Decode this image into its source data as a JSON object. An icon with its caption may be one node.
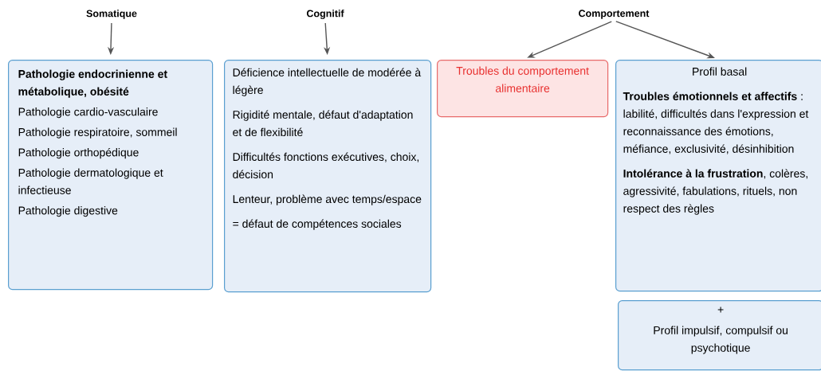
{
  "diagram": {
    "nodes": [
      {
        "text": [
          "Somatique"
        ]
      },
      {
        "text": [
          "Cognitif"
        ]
      },
      {
        "text": [
          "Comportement"
        ]
      },
      {
        "text": [
          "Pathologie endocrinienne et métabolique, obésité",
          "Pathologie cardio-vasculaire",
          "Pathologie respiratoire, sommeil",
          "Pathologie orthopédique",
          "Pathologie dermatologique et infectieuse",
          "Pathologie digestive"
        ]
      },
      {
        "text": [
          "Déficience intellectuelle de modérée à légère",
          "Rigidité mentale, défaut d'adaptation et de flexibilité",
          "Difficultés fonctions exécutives, choix, décision",
          "Lenteur, problème avec temps/espace",
          "= défaut de compétences sociales"
        ]
      },
      {
        "text": [
          "Troubles du comportement alimentaire"
        ]
      },
      {
        "text": [
          "Profil basal",
          "**Troubles émotionnels et affectifs** : labilité, difficultés dans l'expression et reconnaissance des émotions, méfiance, exclusivité, désinhibition",
          "**Intolérance à la frustration**, colères, agressivité, fabulations, rituels, non respect des règles"
        ]
      },
      {
        "text": [
          "+",
          "Profil impulsif, compulsif ou psychotique"
        ]
      }
    ],
    "edges": [
      {
        "from": 0,
        "to": 3,
        "arrow": "to"
      },
      {
        "from": 1,
        "to": 4,
        "arrow": "to"
      },
      {
        "from": 2,
        "to": 5,
        "arrow": "to"
      },
      {
        "from": 2,
        "to": 6,
        "arrow": "to"
      }
    ]
  }
}
